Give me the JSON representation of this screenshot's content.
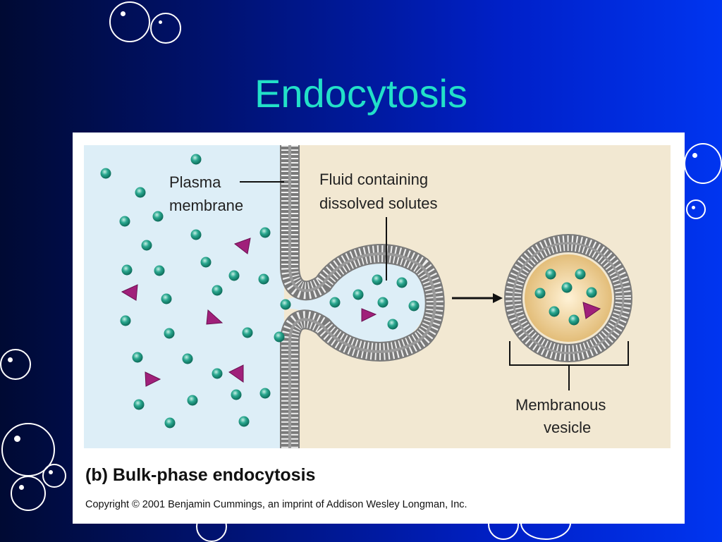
{
  "slide": {
    "title": "Endocytosis"
  },
  "figure": {
    "labels": {
      "plasma_membrane_1": "Plasma",
      "plasma_membrane_2": "membrane",
      "fluid_1": "Fluid containing",
      "fluid_2": "dissolved solutes",
      "vesicle_1": "Membranous",
      "vesicle_2": "vesicle"
    },
    "caption": "(b) Bulk-phase endocytosis",
    "copyright": "Copyright © 2001 Benjamin Cummings, an imprint of Addison Wesley Longman, Inc."
  },
  "colors": {
    "title": "#22e0c8",
    "extracellular_fill": "#ddeef7",
    "cytoplasm_fill": "#f2e8d2",
    "solute_particle": "#1a9a82",
    "triangle_solute": "#a0207a",
    "vesicle_interior": "#e8c888"
  }
}
